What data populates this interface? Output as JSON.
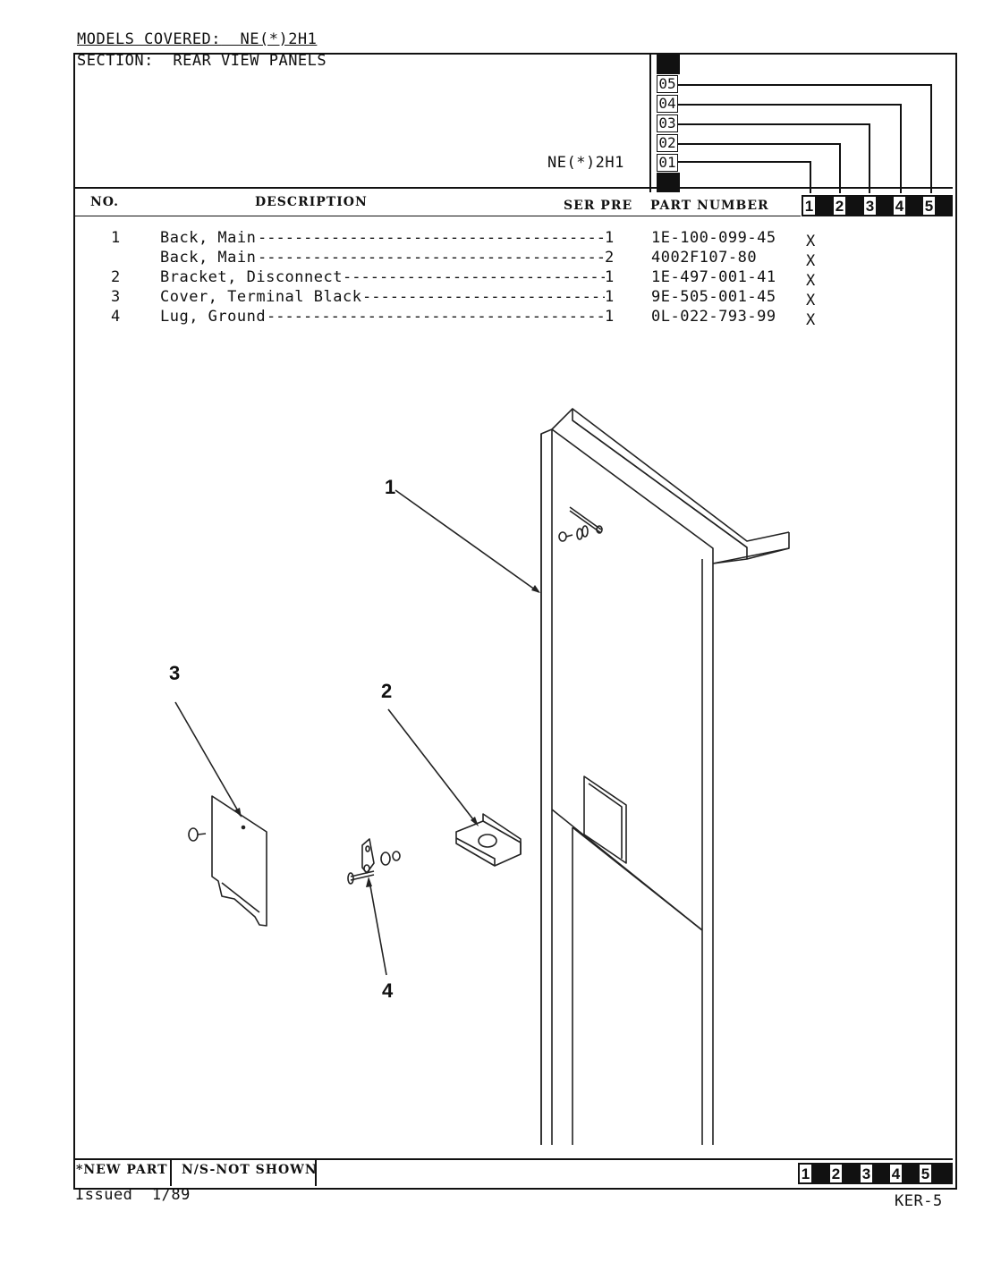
{
  "header": {
    "models_label": "MODELS COVERED:",
    "models_value": "NE(*)2H1",
    "section_label": "SECTION:",
    "section_value": "REAR VIEW PANELS",
    "model_code": "NE(*)2H1",
    "model_codes": [
      "05",
      "04",
      "03",
      "02",
      "01"
    ]
  },
  "columns": {
    "no": "NO.",
    "description": "DESCRIPTION",
    "ser_pre": "SER PRE",
    "part_number": "PART NUMBER",
    "model_numbers": [
      "1",
      "2",
      "3",
      "4",
      "5"
    ]
  },
  "parts": [
    {
      "no": "1",
      "description": "Back, Main",
      "qty": "1",
      "part_number": "1E-100-099-45",
      "mark": "X"
    },
    {
      "no": "",
      "description": "Back, Main",
      "qty": "2",
      "part_number": "4002F107-80",
      "mark": "X"
    },
    {
      "no": "2",
      "description": "Bracket, Disconnect",
      "qty": "1",
      "part_number": "1E-497-001-41",
      "mark": "X"
    },
    {
      "no": "3",
      "description": "Cover, Terminal Black",
      "qty": "1",
      "part_number": "9E-505-001-45",
      "mark": "X"
    },
    {
      "no": "4",
      "description": "Lug, Ground",
      "qty": "1",
      "part_number": "0L-022-793-99",
      "mark": "X"
    }
  ],
  "diagram": {
    "callouts": [
      "1",
      "2",
      "3",
      "4"
    ]
  },
  "footer": {
    "new_part": "*NEW PART",
    "not_shown": "N/S-NOT SHOWN",
    "model_numbers": [
      "1",
      "2",
      "3",
      "4",
      "5"
    ],
    "issued": "Issued  1/89",
    "page_id": "KER-5"
  }
}
